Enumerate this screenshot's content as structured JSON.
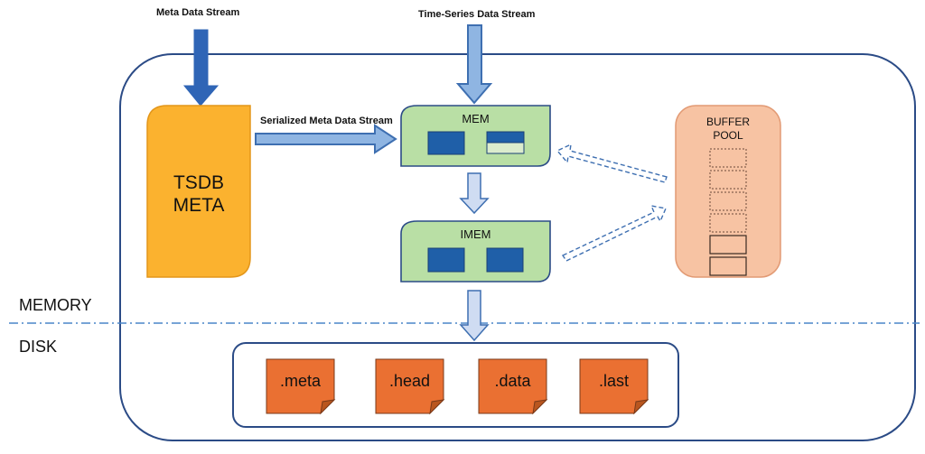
{
  "labels": {
    "meta_stream": "Meta Data Stream",
    "ts_stream": "Time-Series Data Stream",
    "serialized_stream": "Serialized Meta Data Stream",
    "memory": "MEMORY",
    "disk": "DISK"
  },
  "tsdb_meta": {
    "line1": "TSDB",
    "line2": "META"
  },
  "mem": {
    "label": "MEM"
  },
  "imem": {
    "label": "IMEM"
  },
  "buffer_pool": {
    "line1": "BUFFER",
    "line2": "POOL"
  },
  "files": [
    ".meta",
    ".head",
    ".data",
    ".last"
  ],
  "colors": {
    "container_border": "#2b4b86",
    "tsdb_fill": "#fbb22f",
    "mem_fill": "#b9dfa5",
    "mem_border": "#2b4b86",
    "block_blue": "#1f5fa8",
    "buffer_fill": "#f7c3a3",
    "file_fill": "#ea7032",
    "arrow_fill": "#8fb5e2",
    "arrow_stroke": "#3e6fb1",
    "meta_arrow": "#2f65b6",
    "divider": "#4a86c8"
  }
}
